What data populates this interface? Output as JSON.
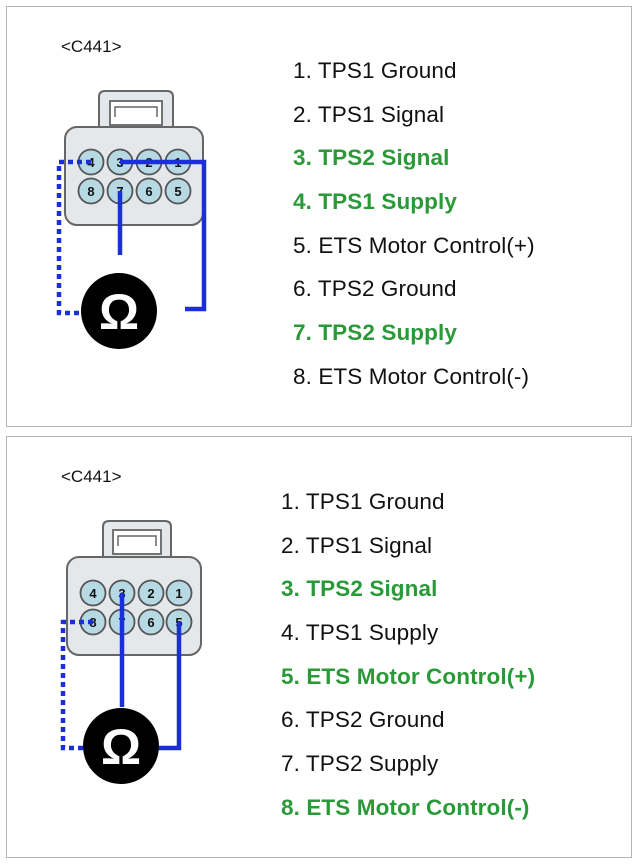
{
  "colors": {
    "highlight": "#2a9a38",
    "wire": "#1a2fd6",
    "pin_fill": "#b6d9e4",
    "connector_fill": "#e4e8ea",
    "meter": "#000000"
  },
  "panels": [
    {
      "connector_label": "<C441>",
      "meter_symbol": "Ω",
      "pin_grid": {
        "top_row": [
          "4",
          "3",
          "2",
          "1"
        ],
        "bottom_row": [
          "8",
          "7",
          "6",
          "5"
        ]
      },
      "pins": [
        {
          "text": "1. TPS1 Ground",
          "highlight": false
        },
        {
          "text": "2. TPS1 Signal",
          "highlight": false
        },
        {
          "text": "3. TPS2 Signal",
          "highlight": true
        },
        {
          "text": "4. TPS1 Supply",
          "highlight": true
        },
        {
          "text": "5. ETS Motor Control(+)",
          "highlight": false
        },
        {
          "text": "6. TPS2 Ground",
          "highlight": false
        },
        {
          "text": "7. TPS2 Supply",
          "highlight": true
        },
        {
          "text": "8. ETS Motor Control(-)",
          "highlight": false
        }
      ]
    },
    {
      "connector_label": "<C441>",
      "meter_symbol": "Ω",
      "pin_grid": {
        "top_row": [
          "4",
          "3",
          "2",
          "1"
        ],
        "bottom_row": [
          "8",
          "7",
          "6",
          "5"
        ]
      },
      "pins": [
        {
          "text": "1. TPS1 Ground",
          "highlight": false
        },
        {
          "text": "2. TPS1 Signal",
          "highlight": false
        },
        {
          "text": "3. TPS2 Signal",
          "highlight": true
        },
        {
          "text": "4. TPS1 Supply",
          "highlight": false
        },
        {
          "text": "5. ETS Motor Control(+)",
          "highlight": true
        },
        {
          "text": "6. TPS2 Ground",
          "highlight": false
        },
        {
          "text": "7. TPS2 Supply",
          "highlight": false
        },
        {
          "text": "8. ETS Motor Control(-)",
          "highlight": true
        }
      ]
    }
  ]
}
